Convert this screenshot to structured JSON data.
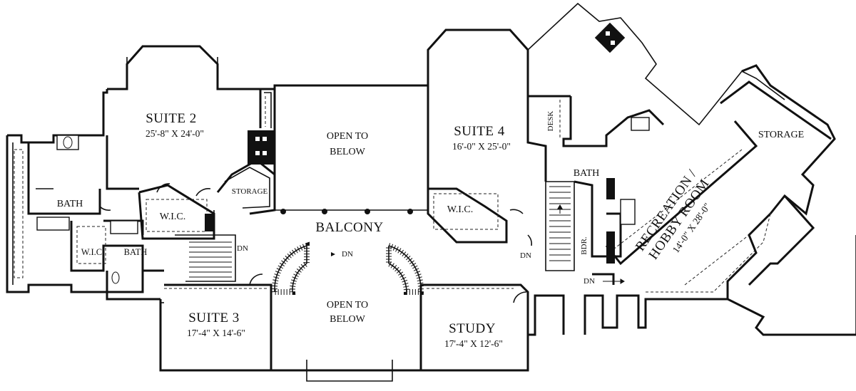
{
  "rooms": {
    "suite2": {
      "name": "SUITE 2",
      "dims": "25'-8\" X 24'-0\""
    },
    "open_to_below_top": {
      "line1": "OPEN TO",
      "line2": "BELOW"
    },
    "suite4": {
      "name": "SUITE 4",
      "dims": "16'-0\" X 25'-0\""
    },
    "storage_right": "STORAGE",
    "desk": "DESK",
    "bath_right": "BATH",
    "recreation": {
      "line1": "RECREATION /",
      "line2": "HOBBY ROOM",
      "dims": "14'-0\" X 28'-0\""
    },
    "bath_left": "BATH",
    "wic_left": "W.I.C.",
    "storage_mid": "STORAGE",
    "wic_bath_wic": "W.I.C.",
    "wic_bath_bath": "BATH",
    "balcony": "BALCONY",
    "wic_suite4": "W.I.C.",
    "bdr": "BDR.",
    "suite3": {
      "name": "SUITE 3",
      "dims": "17'-4\" X 14'-6\""
    },
    "open_to_below_bottom": {
      "line1": "OPEN TO",
      "line2": "BELOW"
    },
    "study": {
      "name": "STUDY",
      "dims": "17'-4\" X 12'-6\""
    }
  },
  "stairs": {
    "dn_left": "DN",
    "dn_center": "DN",
    "dn_right": "DN",
    "dn_far_right": "DN"
  }
}
